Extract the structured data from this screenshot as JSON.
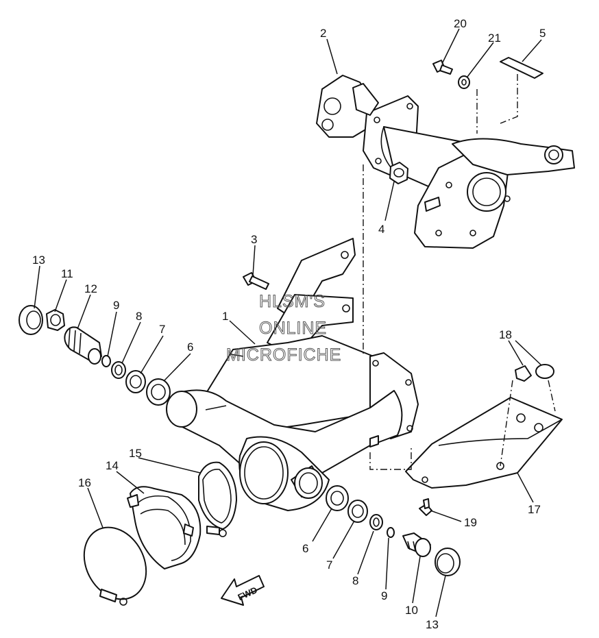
{
  "diagram": {
    "callouts": [
      {
        "id": "c2",
        "text": "2"
      },
      {
        "id": "c20",
        "text": "20"
      },
      {
        "id": "c21",
        "text": "21"
      },
      {
        "id": "c5",
        "text": "5"
      },
      {
        "id": "c4",
        "text": "4"
      },
      {
        "id": "c3",
        "text": "3"
      },
      {
        "id": "c1",
        "text": "1"
      },
      {
        "id": "c13a",
        "text": "13"
      },
      {
        "id": "c11",
        "text": "11"
      },
      {
        "id": "c12",
        "text": "12"
      },
      {
        "id": "c9a",
        "text": "9"
      },
      {
        "id": "c8a",
        "text": "8"
      },
      {
        "id": "c7a",
        "text": "7"
      },
      {
        "id": "c6a",
        "text": "6"
      },
      {
        "id": "c18",
        "text": "18"
      },
      {
        "id": "c15",
        "text": "15"
      },
      {
        "id": "c14",
        "text": "14"
      },
      {
        "id": "c16",
        "text": "16"
      },
      {
        "id": "c17",
        "text": "17"
      },
      {
        "id": "c19",
        "text": "19"
      },
      {
        "id": "c6b",
        "text": "6"
      },
      {
        "id": "c7b",
        "text": "7"
      },
      {
        "id": "c8b",
        "text": "8"
      },
      {
        "id": "c9b",
        "text": "9"
      },
      {
        "id": "c10",
        "text": "10"
      },
      {
        "id": "c13b",
        "text": "13"
      }
    ],
    "watermark": [
      "HLSM'S",
      "ONLINE",
      "MICROFICHE"
    ],
    "fwd_label": "FWD"
  }
}
